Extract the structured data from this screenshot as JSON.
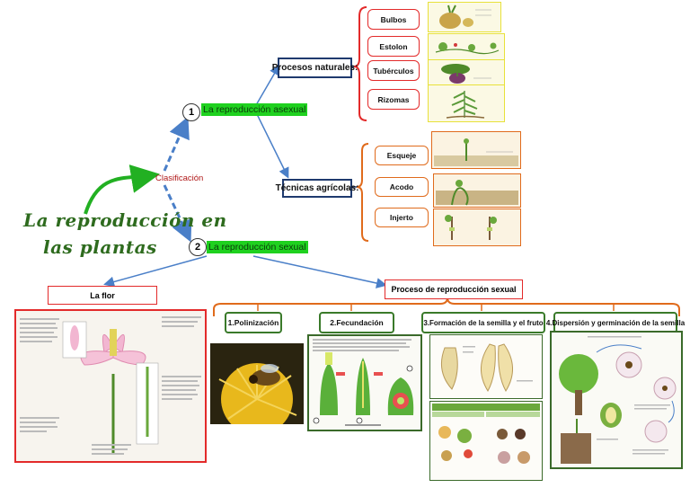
{
  "title": {
    "line1": "La reproducción en",
    "line2": "las plantas"
  },
  "clasificacion": "Clasificación",
  "branch1": {
    "number": "1",
    "label": "La reproducción asexual"
  },
  "branch2": {
    "number": "2",
    "label": "La reproducción sexual"
  },
  "procesos_naturales": {
    "label": "Procesos naturales:",
    "items": [
      "Bulbos",
      "Estolon",
      "Tubérculos",
      "Rizomas"
    ]
  },
  "tecnicas_agricolas": {
    "label": "Técnicas agrícolas:",
    "items": [
      "Esqueje",
      "Acodo",
      "Injerto"
    ]
  },
  "la_flor": "La flor",
  "proceso_sexual": {
    "label": "Proceso de reproducción sexual",
    "steps": [
      "1.Polinización",
      "2.Fecundación",
      "3.Formación de la semilla y el fruto",
      "4.Dispersión y germinación de la semilla"
    ]
  },
  "colors": {
    "green": "#1fd11f",
    "navy": "#1f3a6e",
    "red": "#e32a2a",
    "orange": "#e06b1c",
    "arrow": "#4a7fc8"
  }
}
